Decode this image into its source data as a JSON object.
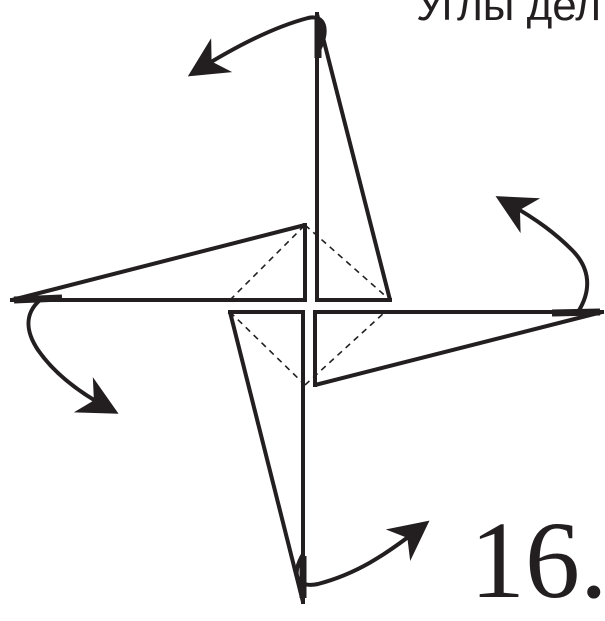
{
  "caption": "Углы дел",
  "step_number": "16.",
  "colors": {
    "ink": "#231f20",
    "background": "#ffffff"
  },
  "arrows": [
    {
      "id": "top",
      "direction": "counterclockwise"
    },
    {
      "id": "right",
      "direction": "counterclockwise"
    },
    {
      "id": "bottom",
      "direction": "counterclockwise"
    },
    {
      "id": "left",
      "direction": "counterclockwise"
    }
  ]
}
